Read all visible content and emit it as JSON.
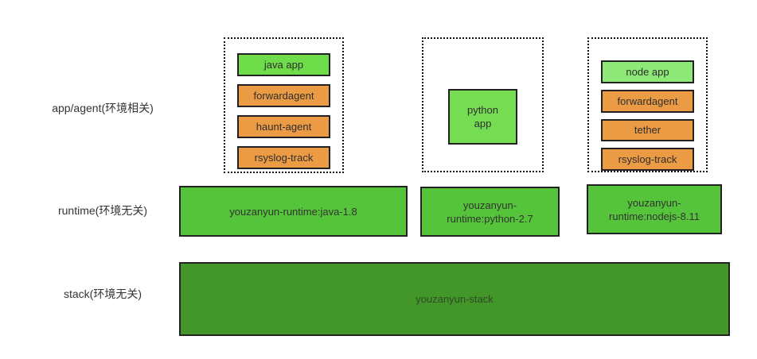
{
  "layers": {
    "app_agent": {
      "label": "app/agent(环境相关)",
      "java_group": {
        "app": "java app",
        "agents": [
          "forwardagent",
          "haunt-agent",
          "rsyslog-track"
        ]
      },
      "python_group": {
        "app": "python app"
      },
      "node_group": {
        "app": "node app",
        "agents": [
          "forwardagent",
          "tether",
          "rsyslog-track"
        ]
      }
    },
    "runtime": {
      "label": "runtime(环境无关)",
      "java": "youzanyun-runtime:java-1.8",
      "python": "youzanyun-runtime:python-2.7",
      "nodejs": "youzanyun-runtime:nodejs-8.11"
    },
    "stack": {
      "label": "stack(环境无关)",
      "name": "youzanyun-stack"
    }
  },
  "colors": {
    "app_green": "#6fdc49",
    "python_green": "#76dd52",
    "node_green_light": "#8ee877",
    "agent_orange": "#ec9b45",
    "runtime_green": "#55c43a",
    "stack_green": "#43962a",
    "box_border": "#222222",
    "text": "#333333"
  }
}
